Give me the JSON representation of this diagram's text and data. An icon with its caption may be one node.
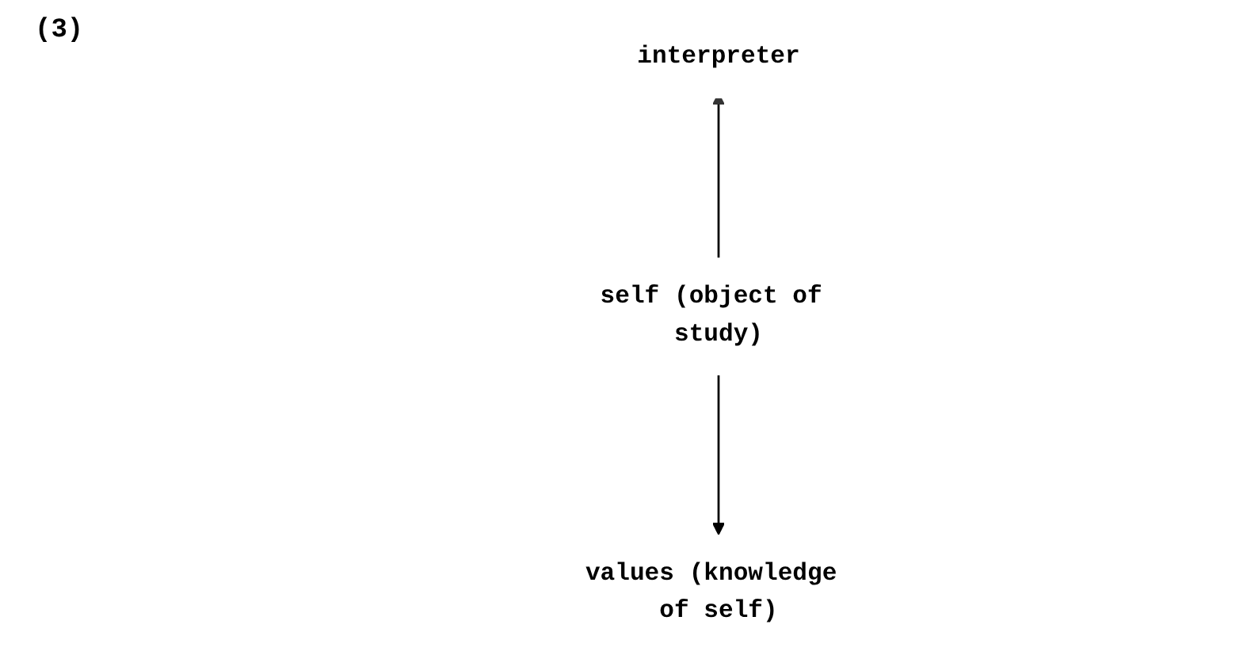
{
  "diagram": {
    "nodes": [
      {
        "text": [
          "interpreter"
        ]
      },
      {
        "text": [
          "self (object of study)"
        ]
      },
      {
        "text": [
          "values (knowledge of self)"
        ]
      }
    ],
    "edges": [
      {
        "from": 1,
        "to": 0,
        "arrow": "to"
      },
      {
        "from": 1,
        "to": 2,
        "arrow": "to"
      }
    ],
    "labels": [
      "(3)"
    ]
  }
}
